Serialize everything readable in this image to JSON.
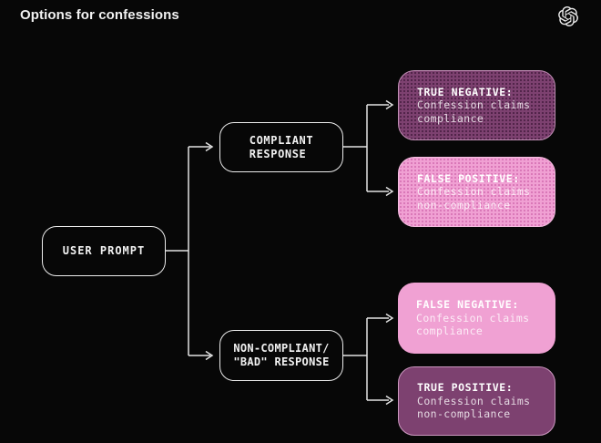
{
  "header": {
    "title": "Options for confessions",
    "logo": "openai-logo"
  },
  "nodes": {
    "user_prompt": {
      "label": "USER PROMPT"
    },
    "compliant": {
      "line1": "COMPLIANT",
      "line2": "RESPONSE"
    },
    "non_compliant": {
      "line1": "NON-COMPLIANT/",
      "line2": "\"BAD\" RESPONSE"
    }
  },
  "outcomes": [
    {
      "id": "true-negative",
      "heading": "TRUE NEGATIVE:",
      "body_line1": "Confession claims",
      "body_line2": "compliance",
      "texture": "halftone-dots"
    },
    {
      "id": "false-positive",
      "heading": "FALSE POSITIVE:",
      "body_line1": "Confession claims",
      "body_line2": "non-compliance",
      "texture": "halftone-dots"
    },
    {
      "id": "false-negative",
      "heading": "FALSE NEGATIVE:",
      "body_line1": "Confession claims",
      "body_line2": "compliance",
      "texture": "solid"
    },
    {
      "id": "true-positive",
      "heading": "TRUE POSITIVE:",
      "body_line1": "Confession claims",
      "body_line2": "non-compliance",
      "texture": "solid"
    }
  ],
  "colors": {
    "page_bg": "#070707",
    "connector": "#e3e3e3",
    "node_border": "#ececec",
    "node_text": "#f2f2f2",
    "heading_text": "#ffffff",
    "true_negative_bg": "#7d4170",
    "true_negative_dot": "#512449",
    "true_negative_border": "#c08db4",
    "false_positive_bg": "#f0a0d3",
    "false_positive_dot": "#d977b7",
    "false_positive_border": "#f6bde1",
    "false_negative_bg": "#f0a1d3",
    "true_positive_bg": "#7d4170",
    "true_positive_border": "#cb97bf",
    "logo_color": "#ebebeb"
  }
}
